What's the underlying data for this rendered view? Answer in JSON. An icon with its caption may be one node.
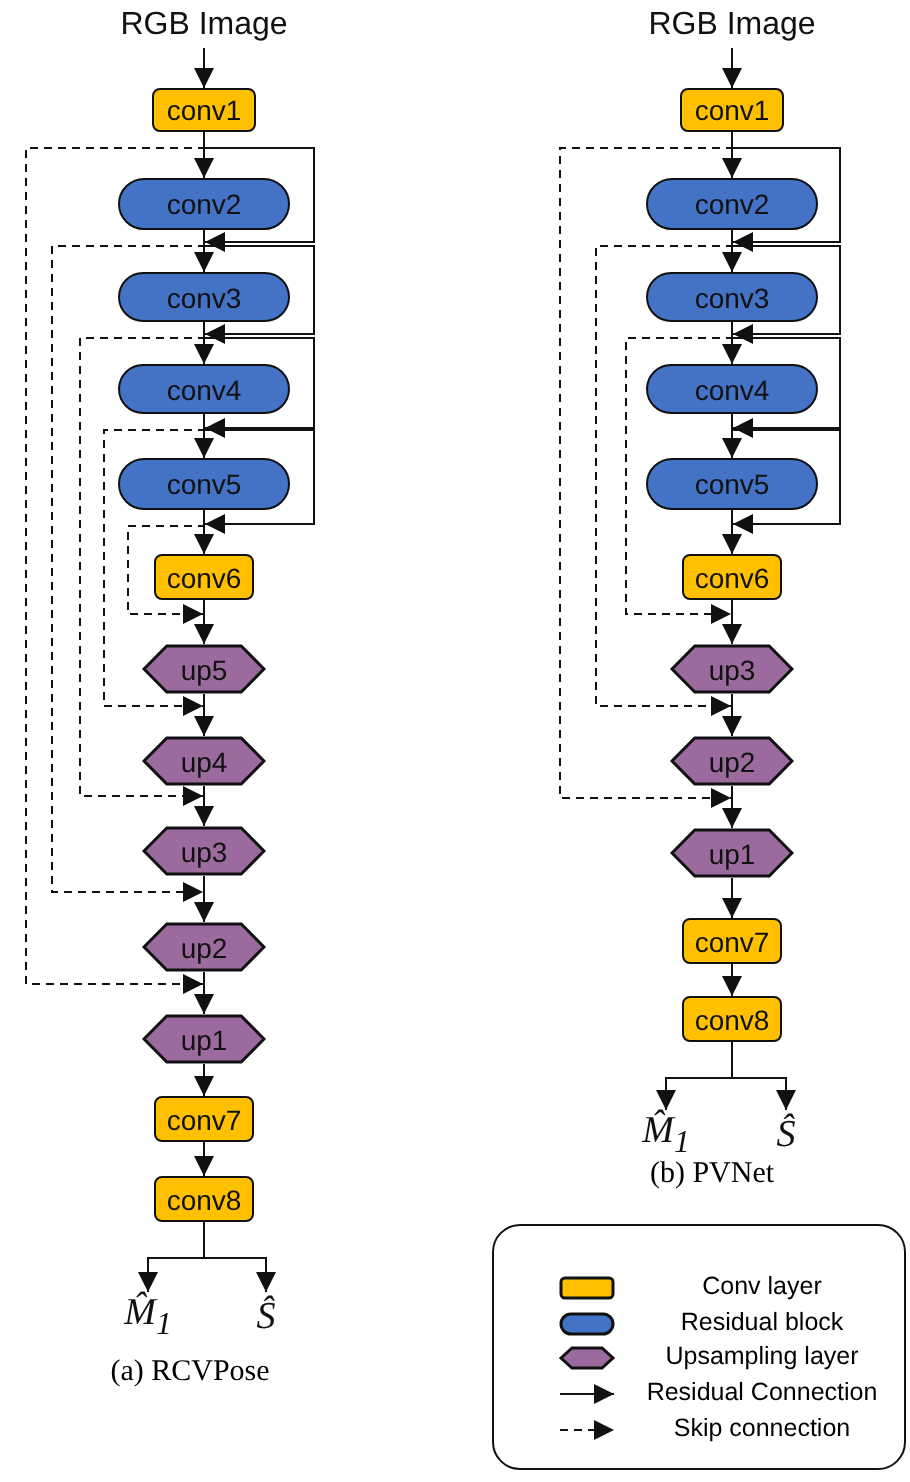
{
  "diagram": {
    "nodes": [
      {
        "text": [
          "RGB Image"
        ]
      },
      {
        "text": [
          "conv1"
        ]
      },
      {
        "text": [
          "conv2"
        ]
      },
      {
        "text": [
          "conv3"
        ]
      },
      {
        "text": [
          "conv4"
        ]
      },
      {
        "text": [
          "conv5"
        ]
      },
      {
        "text": [
          "conv6"
        ]
      },
      {
        "text": [
          "up5"
        ]
      },
      {
        "text": [
          "up4"
        ]
      },
      {
        "text": [
          "up3"
        ]
      },
      {
        "text": [
          "up2"
        ]
      },
      {
        "text": [
          "up1"
        ]
      },
      {
        "text": [
          "conv7"
        ]
      },
      {
        "text": [
          "conv8"
        ]
      },
      {
        "text": [
          "M̂$_{1}$"
        ]
      },
      {
        "text": [
          "Ŝ"
        ]
      },
      {
        "text": [
          "RGB Image"
        ]
      },
      {
        "text": [
          "conv1"
        ]
      },
      {
        "text": [
          "conv2"
        ]
      },
      {
        "text": [
          "conv3"
        ]
      },
      {
        "text": [
          "conv4"
        ]
      },
      {
        "text": [
          "conv5"
        ]
      },
      {
        "text": [
          "conv6"
        ]
      },
      {
        "text": [
          "up3"
        ]
      },
      {
        "text": [
          "up2"
        ]
      },
      {
        "text": [
          "up1"
        ]
      },
      {
        "text": [
          "conv7"
        ]
      },
      {
        "text": [
          "conv8"
        ]
      },
      {
        "text": [
          "M̂$_{1}$"
        ]
      },
      {
        "text": [
          "Ŝ"
        ]
      }
    ],
    "edges": [
      {
        "from": 0,
        "to": 1,
        "arrow": "to"
      },
      {
        "from": 1,
        "to": 2,
        "arrow": "to"
      },
      {
        "from": 2,
        "to": 3,
        "arrow": "to"
      },
      {
        "from": 3,
        "to": 4,
        "arrow": "to"
      },
      {
        "from": 4,
        "to": 5,
        "arrow": "to"
      },
      {
        "from": 5,
        "to": 6,
        "arrow": "to"
      },
      {
        "from": 6,
        "to": 7,
        "arrow": "to"
      },
      {
        "from": 7,
        "to": 8,
        "arrow": "to"
      },
      {
        "from": 8,
        "to": 9,
        "arrow": "to"
      },
      {
        "from": 9,
        "to": 10,
        "arrow": "to"
      },
      {
        "from": 10,
        "to": 11,
        "arrow": "to"
      },
      {
        "from": 11,
        "to": 12,
        "arrow": "to"
      },
      {
        "from": 12,
        "to": 13,
        "arrow": "to"
      },
      {
        "from": 13,
        "to": 14,
        "arrow": "to"
      },
      {
        "from": 13,
        "to": 15,
        "arrow": "to"
      },
      {
        "from": 1,
        "to": 3,
        "arrow": "to"
      },
      {
        "from": 2,
        "to": 4,
        "arrow": "to"
      },
      {
        "from": 3,
        "to": 5,
        "arrow": "to"
      },
      {
        "from": 4,
        "to": 6,
        "arrow": "to"
      },
      {
        "from": 1,
        "to": 11,
        "arrow": "to",
        "style": "dashed"
      },
      {
        "from": 2,
        "to": 10,
        "arrow": "to",
        "style": "dashed"
      },
      {
        "from": 3,
        "to": 9,
        "arrow": "to",
        "style": "dashed"
      },
      {
        "from": 4,
        "to": 8,
        "arrow": "to",
        "style": "dashed"
      },
      {
        "from": 5,
        "to": 7,
        "arrow": "to",
        "style": "dashed"
      },
      {
        "from": 16,
        "to": 17,
        "arrow": "to"
      },
      {
        "from": 17,
        "to": 18,
        "arrow": "to"
      },
      {
        "from": 18,
        "to": 19,
        "arrow": "to"
      },
      {
        "from": 19,
        "to": 20,
        "arrow": "to"
      },
      {
        "from": 20,
        "to": 21,
        "arrow": "to"
      },
      {
        "from": 21,
        "to": 22,
        "arrow": "to"
      },
      {
        "from": 22,
        "to": 23,
        "arrow": "to"
      },
      {
        "from": 23,
        "to": 24,
        "arrow": "to"
      },
      {
        "from": 24,
        "to": 25,
        "arrow": "to"
      },
      {
        "from": 25,
        "to": 26,
        "arrow": "to"
      },
      {
        "from": 26,
        "to": 27,
        "arrow": "to"
      },
      {
        "from": 27,
        "to": 28,
        "arrow": "to"
      },
      {
        "from": 27,
        "to": 29,
        "arrow": "to"
      },
      {
        "from": 17,
        "to": 19,
        "arrow": "to"
      },
      {
        "from": 18,
        "to": 20,
        "arrow": "to"
      },
      {
        "from": 19,
        "to": 21,
        "arrow": "to"
      },
      {
        "from": 20,
        "to": 22,
        "arrow": "to"
      },
      {
        "from": 17,
        "to": 25,
        "arrow": "to",
        "style": "dashed"
      },
      {
        "from": 18,
        "to": 24,
        "arrow": "to",
        "style": "dashed"
      },
      {
        "from": 19,
        "to": 23,
        "arrow": "to",
        "style": "dashed"
      }
    ],
    "labels": [
      "(b) PVNet",
      "(a) RCVPose"
    ],
    "legend": [
      {
        "text": "Conv layer",
        "color": "#ffc000"
      },
      {
        "text": "Residual block",
        "color": "#4472c4"
      },
      {
        "text": "Upsampling layer",
        "color": "#9b6b9e"
      },
      {
        "text": "Residual Connection"
      },
      {
        "text": "Skip connection"
      }
    ]
  }
}
